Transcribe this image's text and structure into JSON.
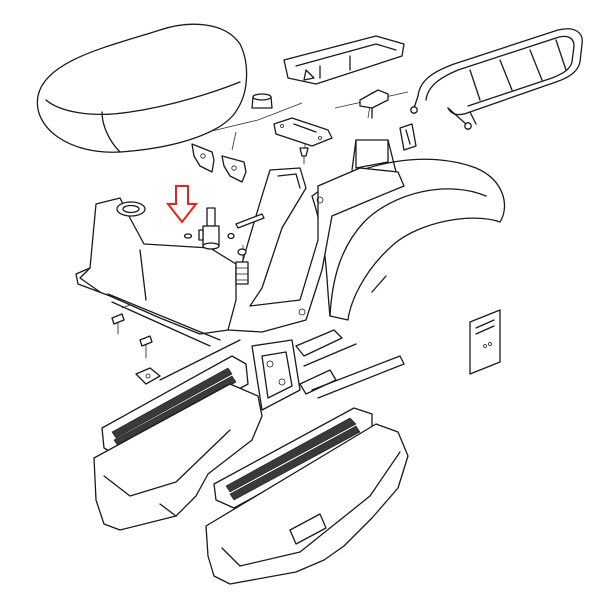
{
  "diagram": {
    "background_color": "#ffffff",
    "line_color": "#1a1a1a",
    "indicator": {
      "icon": "down-arrow-icon",
      "color": "#e8231d"
    },
    "parts": [
      "seat",
      "rear-tray",
      "luggage-rack",
      "rear-fender",
      "fuel-tank",
      "fuel-tap",
      "frame",
      "left-footboard",
      "right-footboard",
      "left-side-cover",
      "right-side-cover",
      "rubber-grommet",
      "mounting-plate",
      "rear-bracket",
      "small-bracket-left",
      "small-bracket-right",
      "bolt",
      "spacer-rod",
      "spring-clip",
      "screw",
      "clip",
      "nut-plate",
      "label-plate"
    ]
  }
}
